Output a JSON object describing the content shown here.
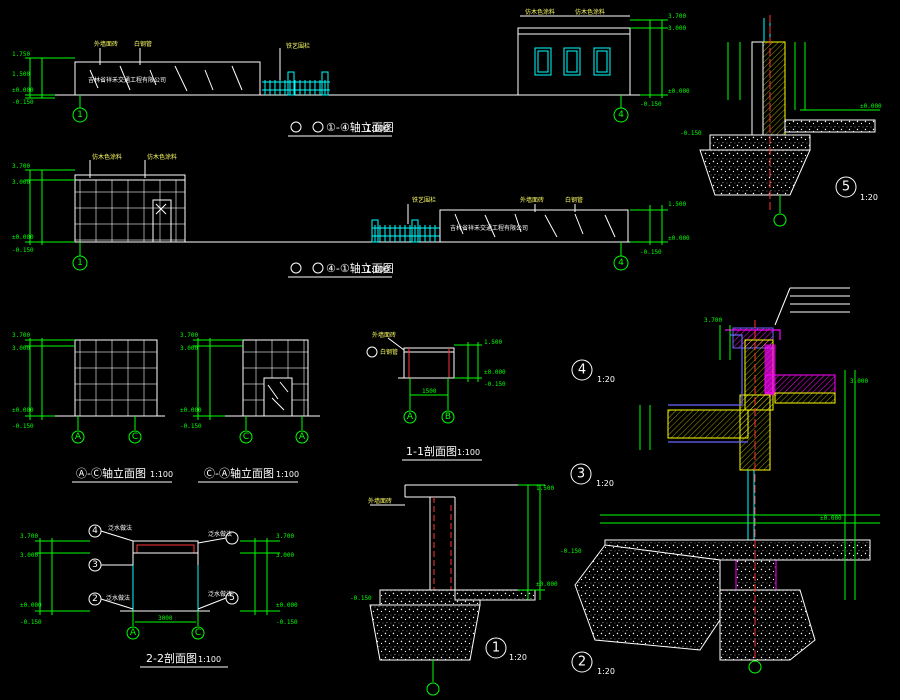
{
  "drawings": {
    "elev_1_4": {
      "title": "①-④轴立面图",
      "scale": "1:100",
      "company": "吉林省祥禾交通工程有限公司",
      "notes": [
        "外墙面砖",
        "白钢管",
        "铁艺围栏",
        "仿木色涂料",
        "仿木色涂料"
      ],
      "levels": [
        "1.750",
        "1.500",
        "±0.000",
        "-0.150",
        "3.700",
        "3.000",
        "±0.000",
        "-0.150"
      ],
      "axes": [
        "1",
        "4"
      ]
    },
    "elev_4_1": {
      "title": "④-①轴立面图",
      "scale": "1:100",
      "company": "吉林省祥禾交通工程有限公司",
      "notes": [
        "仿木色涂料",
        "仿木色涂料",
        "铁艺围栏",
        "外墙面砖",
        "白钢管"
      ],
      "levels": [
        "3.700",
        "3.000",
        "±0.000",
        "-0.150",
        "1.500",
        "±0.000",
        "-0.150"
      ],
      "axes": [
        "1",
        "4"
      ]
    },
    "elev_a_c": {
      "title": "Ⓐ-Ⓒ轴立面图",
      "scale": "1:100",
      "levels": [
        "3.700",
        "3.000",
        "±0.000",
        "-0.150"
      ],
      "axes": [
        "A",
        "C"
      ]
    },
    "elev_c_a": {
      "title": "Ⓒ-Ⓐ轴立面图",
      "scale": "1:100",
      "levels": [
        "3.700",
        "3.000",
        "±0.000",
        "-0.150"
      ],
      "axes": [
        "C",
        "A"
      ]
    },
    "sec_1_1": {
      "title": "1-1剖面图",
      "scale": "1:100",
      "notes": [
        "外墙面砖",
        "白钢管"
      ],
      "levels": [
        "1.500",
        "±0.000",
        "-0.150"
      ],
      "axes": [
        "A",
        "B"
      ],
      "dim": "1500"
    },
    "sec_2_2": {
      "title": "2-2剖面图",
      "scale": "1:100",
      "levels": [
        "3.700",
        "3.000",
        "±0.000",
        "-0.150",
        "3.700",
        "3.000",
        "±0.000",
        "-0.150"
      ],
      "axes": [
        "A",
        "C"
      ],
      "dim": "3000",
      "labels": [
        "泛水做法",
        "泛水做法",
        "泛水做法",
        "泛水做法"
      ],
      "markers": [
        "4",
        "3",
        "2",
        "5"
      ]
    },
    "detail_1": {
      "num": "1",
      "scale": "1:20",
      "levels": [
        "1.500",
        "±0.000",
        "-0.150"
      ],
      "note": "外墙面砖"
    },
    "detail_2": {
      "num": "2",
      "scale": "1:20",
      "levels": [
        "±0.000",
        "-0.150"
      ]
    },
    "detail_3": {
      "num": "3",
      "scale": "1:20",
      "levels": [
        "3.000"
      ]
    },
    "detail_4": {
      "num": "4",
      "scale": "1:20",
      "levels": [
        "3.700"
      ]
    },
    "detail_5": {
      "num": "5",
      "scale": "1:20",
      "levels": [
        "±0.000",
        "-0.150"
      ]
    }
  }
}
